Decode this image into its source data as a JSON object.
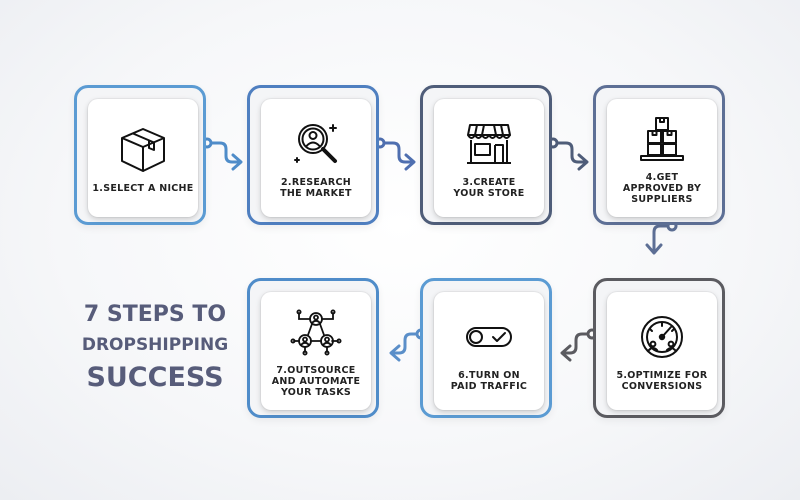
{
  "title": {
    "line1": "7 STEPS TO",
    "line2": "DROPSHIPPING",
    "line3": "SUCCESS"
  },
  "colors": {
    "blue": "#5b8fc9",
    "slate": "#4f5d79",
    "grey": "#5b5b60",
    "title": "#575c7a"
  },
  "steps": [
    {
      "label": "1.SELECT A NICHE",
      "icon": "box-icon"
    },
    {
      "label": "2.RESEARCH\nTHE MARKET",
      "icon": "magnifier-user-icon"
    },
    {
      "label": "3.CREATE\nYOUR STORE",
      "icon": "storefront-icon"
    },
    {
      "label": "4.GET\nAPPROVED BY\nSUPPLIERS",
      "icon": "stacked-boxes-icon"
    },
    {
      "label": "5.OPTIMIZE FOR\nCONVERSIONS",
      "icon": "gauge-people-icon"
    },
    {
      "label": "6.TURN ON\nPAID TRAFFIC",
      "icon": "toggle-check-icon"
    },
    {
      "label": "7.OUTSOURCE\nAND AUTOMATE\nYOUR TASKS",
      "icon": "network-people-icon"
    }
  ]
}
